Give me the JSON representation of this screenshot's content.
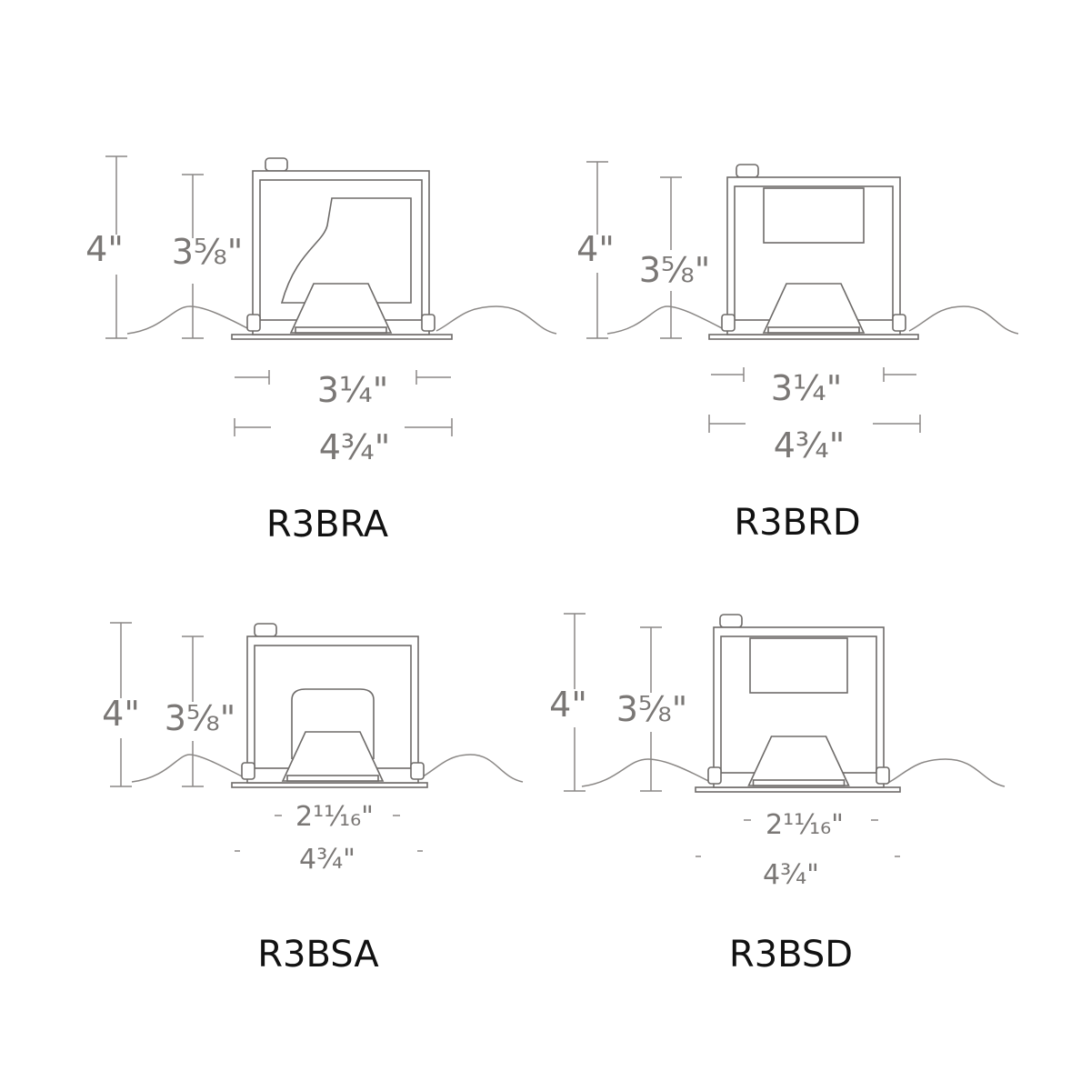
{
  "panels": [
    {
      "model": "R3BRA",
      "height_total": "4\"",
      "height_housing": "3⅝\"",
      "aperture": "3¼\"",
      "width_total": "4¾\""
    },
    {
      "model": "R3BRD",
      "height_total": "4\"",
      "height_housing": "3⅝\"",
      "aperture": "3¼\"",
      "width_total": "4¾\""
    },
    {
      "model": "R3BSA",
      "height_total": "4\"",
      "height_housing": "3⅝\"",
      "aperture": "2¹¹⁄₁₆\"",
      "width_total": "4¾\""
    },
    {
      "model": "R3BSD",
      "height_total": "4\"",
      "height_housing": "3⅝\"",
      "aperture": "2¹¹⁄₁₆\"",
      "width_total": "4¾\""
    }
  ]
}
